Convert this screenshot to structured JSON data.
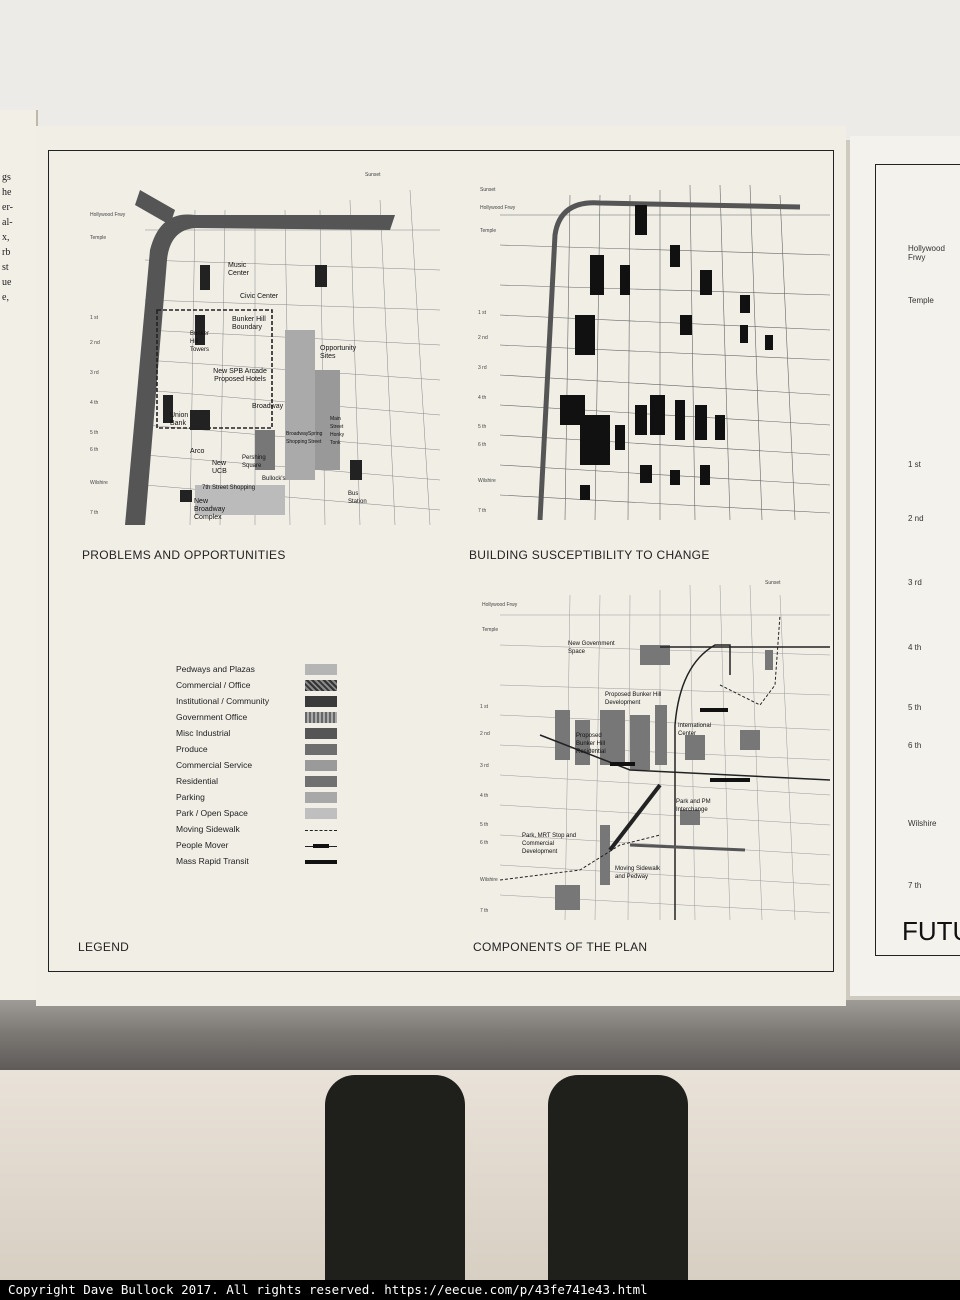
{
  "left_page_edge": {
    "fragments": [
      "gs",
      "he",
      "er-",
      "al-",
      "x,",
      "rb",
      "st",
      "ue",
      "e,"
    ]
  },
  "maps": {
    "problems": {
      "caption": "PROBLEMS AND OPPORTUNITIES",
      "streets": [
        "Hollywood Frwy",
        "Temple",
        "1 st",
        "2 nd",
        "3 rd",
        "4 th",
        "5 th",
        "6 th",
        "Wilshire",
        "7 th",
        "Sunset"
      ],
      "labels": {
        "music_center": "Music Center",
        "civic_center": "Civic Center",
        "bunker_hill_towers": "Bunker Hill Towers",
        "bunker_hill_boundary": "Bunker Hill Boundary",
        "opportunity_sites": "Opportunity Sites",
        "new_spb": "New SPB Arcade Proposed Hotels",
        "broadway": "Broadway",
        "union_bank": "Union Bank",
        "arco": "Arco",
        "new_ucb": "New UCB",
        "pershing_square": "Pershing Square",
        "broadway_shopping": "Broadway Shopping",
        "spring_street": "Spring Street",
        "main_street": "Main Street Honky Tonk",
        "bullocks": "Bullock's",
        "seventh_street_shopping": "7th Street Shopping",
        "new_broadway_complex": "New Broadway Complex",
        "bus_station": "Bus Station"
      }
    },
    "susceptibility": {
      "caption": "BUILDING SUSCEPTIBILITY TO CHANGE",
      "streets": [
        "Sunset",
        "Hollywood Frwy",
        "Temple",
        "1 st",
        "2 nd",
        "3 rd",
        "4 th",
        "5 th",
        "6 th",
        "Wilshire",
        "7 th"
      ]
    },
    "components": {
      "caption": "COMPONENTS OF THE PLAN",
      "streets": [
        "Hollywood Frwy",
        "Temple",
        "1 st",
        "2 nd",
        "3 rd",
        "4 th",
        "5 th",
        "6 th",
        "Wilshire",
        "7 th",
        "Sunset"
      ],
      "labels": {
        "new_gov": "New Government Space",
        "proposed_bh_dev": "Proposed Bunker Hill Development",
        "intl_center": "International Center",
        "proposed_bh_res": "Proposed Bunker Hill Residential",
        "park_pm": "Park and PM Interchange",
        "park_mrt": "Park, MRT Stop and Commercial Development",
        "moving_sidewalk": "Moving Sidewalk and Pedway"
      }
    }
  },
  "legend": {
    "title": "LEGEND",
    "items": [
      {
        "label": "Pedways and Plazas",
        "color": "#b5b5b5"
      },
      {
        "label": "Commercial / Office",
        "color": "#4a4a4a"
      },
      {
        "label": "Institutional / Community",
        "color": "#3a3a3a"
      },
      {
        "label": "Government Office",
        "color": "#8e8e8e"
      },
      {
        "label": "Misc Industrial",
        "color": "#555555"
      },
      {
        "label": "Produce",
        "color": "#6e6e6e"
      },
      {
        "label": "Commercial Service",
        "color": "#9a9a9a"
      },
      {
        "label": "Residential",
        "color": "#707070"
      },
      {
        "label": "Parking",
        "color": "#a8a8a8"
      },
      {
        "label": "Park / Open Space",
        "color": "#bfbfbf"
      },
      {
        "label": "Moving Sidewalk",
        "color": "line-dashed"
      },
      {
        "label": "People Mover",
        "color": "line-people"
      },
      {
        "label": "Mass Rapid Transit",
        "color": "line-mrt"
      }
    ]
  },
  "right_page": {
    "labels": [
      "Hollywood Frwy",
      "Temple",
      "1 st",
      "2 nd",
      "3 rd",
      "4 th",
      "5 th",
      "6 th",
      "Wilshire",
      "7 th"
    ],
    "heading_fragment": "FUTU"
  },
  "copyright": "Copyright Dave Bullock 2017. All rights reserved. https://eecue.com/p/43fe741e43.html"
}
